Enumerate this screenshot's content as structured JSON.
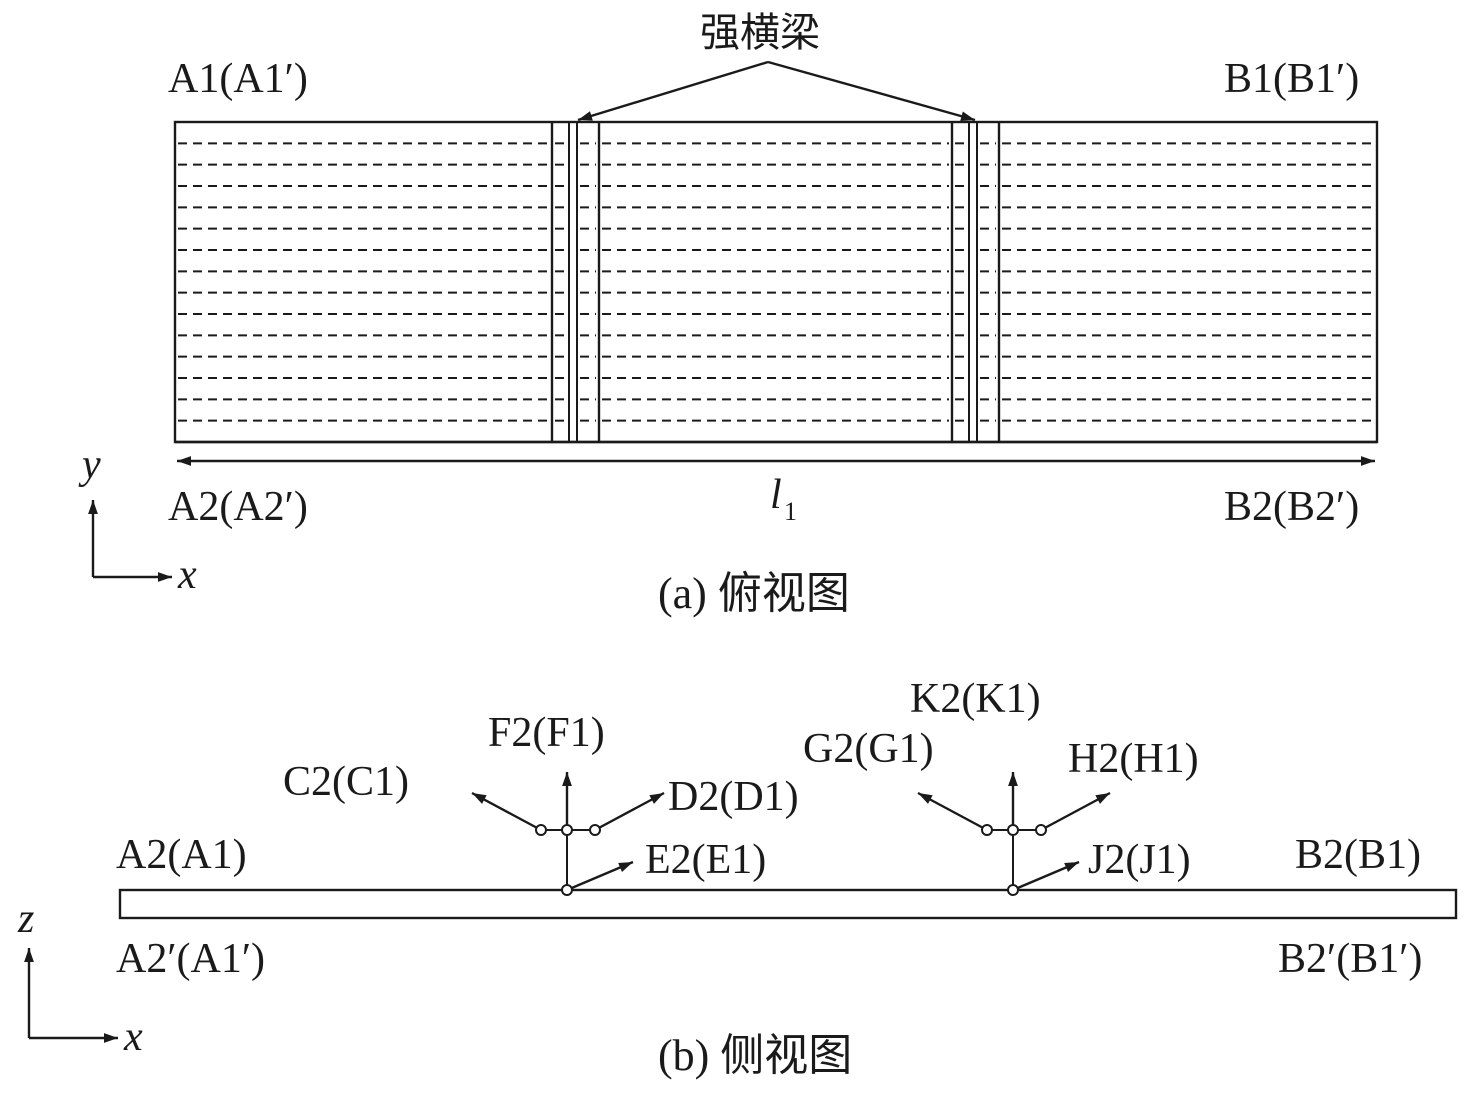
{
  "top_view": {
    "callout_label": "强横梁",
    "corner_top_left": "A1(A1′)",
    "corner_top_right": "B1(B1′)",
    "corner_bottom_left": "A2(A2′)",
    "corner_bottom_right": "B2(B2′)",
    "length_symbol": "l",
    "length_subscript": "1",
    "axis_vertical": "y",
    "axis_horizontal": "x",
    "caption": "(a) 俯视图"
  },
  "side_view": {
    "left_top": "A2(A1)",
    "right_top": "B2(B1)",
    "left_bottom": "A2′(A1′)",
    "right_bottom": "B2′(B1′)",
    "left_junction": {
      "up": "F2(F1)",
      "up_left": "C2(C1)",
      "up_right": "D2(D1)",
      "lower_right": "E2(E1)"
    },
    "right_junction": {
      "up": "K2(K1)",
      "up_left": "G2(G1)",
      "up_right": "H2(H1)",
      "lower_right": "J2(J1)"
    },
    "axis_vertical": "z",
    "axis_horizontal": "x",
    "caption": "(b) 侧视图"
  }
}
